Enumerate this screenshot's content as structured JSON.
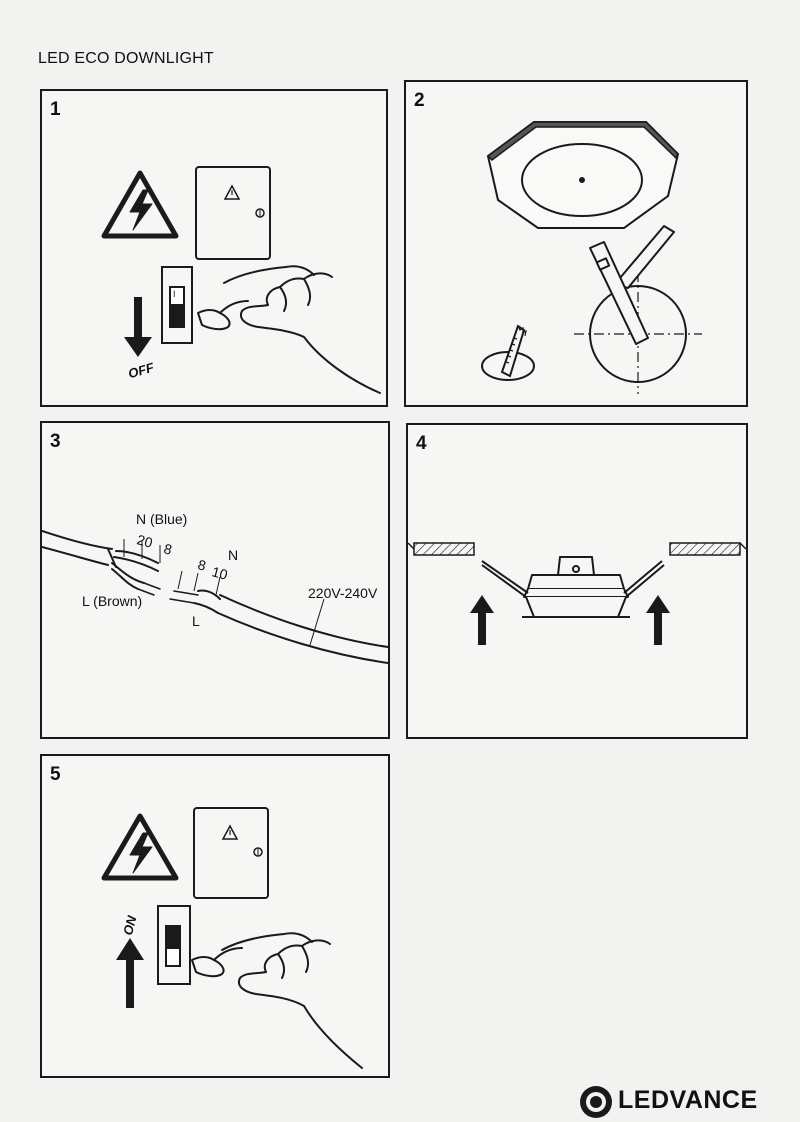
{
  "document": {
    "title": "LED ECO DOWNLIGHT"
  },
  "steps": [
    {
      "number": "1",
      "arrow_label": "OFF",
      "icon": "electric-hazard-icon"
    },
    {
      "number": "2",
      "icon": "cut-out-circle-icon"
    },
    {
      "number": "3",
      "labels": {
        "neutral": "N (Blue)",
        "live": "L (Brown)",
        "n": "N",
        "l": "L",
        "voltage": "220V-240V"
      },
      "strip_lengths": {
        "outer": "20",
        "inner_left": "8",
        "inner_right": "8",
        "outer_right": "10"
      }
    },
    {
      "number": "4",
      "icon": "insert-up-icon"
    },
    {
      "number": "5",
      "arrow_label": "ON",
      "icon": "electric-hazard-icon"
    }
  ],
  "brand": {
    "name": "LEDVANCE"
  },
  "colors": {
    "ink": "#1a1a1a",
    "background": "#f2f2f0"
  }
}
